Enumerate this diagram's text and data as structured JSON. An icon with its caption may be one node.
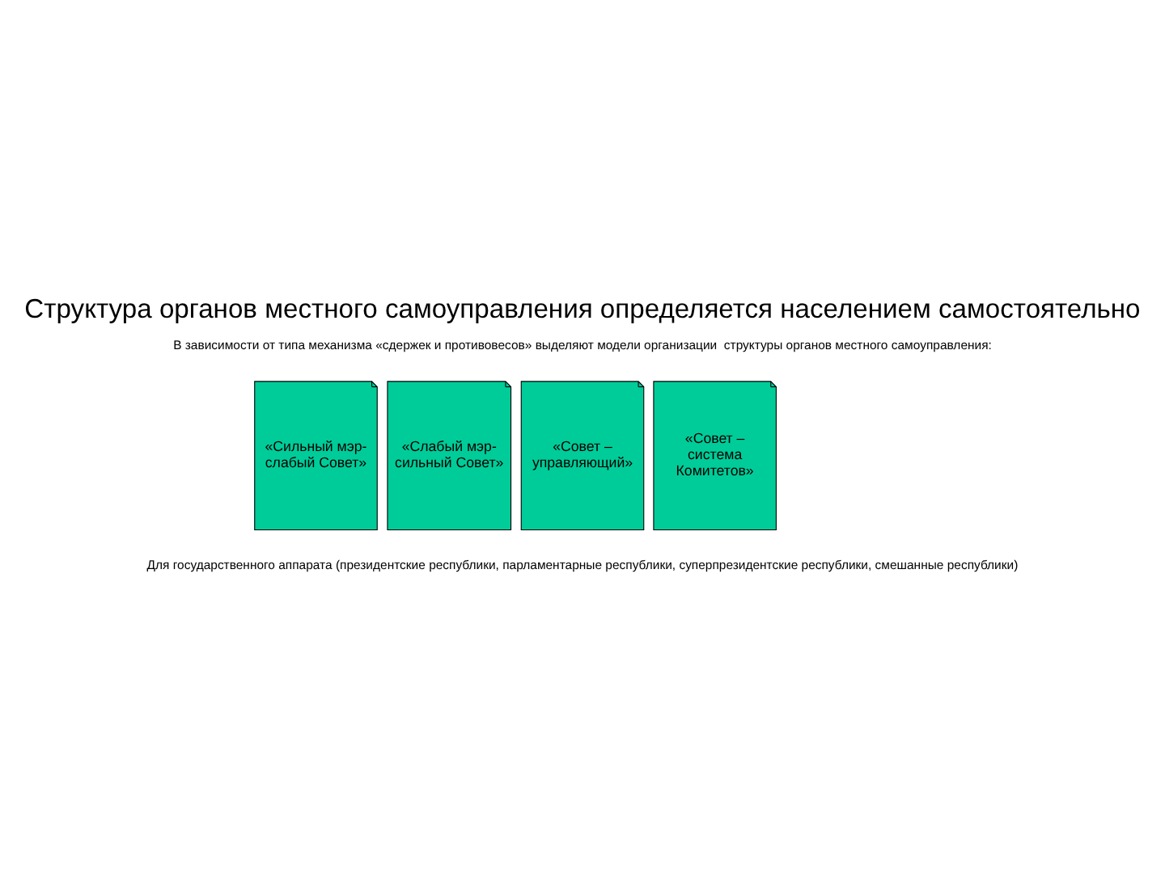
{
  "diagram": {
    "title": "Структура органов местного самоуправления определяется населением самостоятельно",
    "nodes": [
      {
        "text": [
          "«Сильный мэр-",
          "слабый Совет»"
        ]
      },
      {
        "text": [
          "«Слабый мэр-",
          "сильный Совет»"
        ]
      },
      {
        "text": [
          "«Совет –",
          "управляющий»"
        ]
      },
      {
        "text": [
          "«Совет –",
          "система",
          "Комитетов»"
        ]
      }
    ],
    "edges": [],
    "labels": [
      "В зависимости от типа механизма «сдержек и противовесов» выделяют модели организации  структуры органов местного самоуправления:",
      "Для государственного аппарата (президентские республики, парламентарные республики, суперпрезидентские республики, смешанные республики)"
    ]
  }
}
